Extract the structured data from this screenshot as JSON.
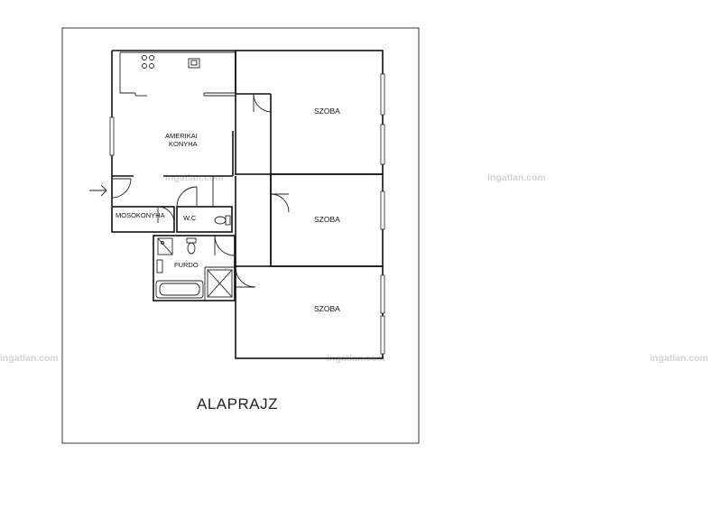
{
  "rooms": {
    "kitchen_line1": "AMERIKAI",
    "kitchen_line2": "KONYHA",
    "room1": "SZOBA",
    "room2": "SZOBA",
    "room3": "SZOBA",
    "laundry": "MOSOKONYHA",
    "wc": "W.C",
    "bathroom": "FURDO"
  },
  "title": "ALAPRAJZ",
  "watermark": "ingatlan.com",
  "icons": {
    "entrance": "entrance-arrow-icon",
    "stove": "stove-icon",
    "sink": "kitchen-sink-icon",
    "toilet": "toilet-icon",
    "shower": "shower-icon",
    "bathtub": "bathtub-icon"
  }
}
